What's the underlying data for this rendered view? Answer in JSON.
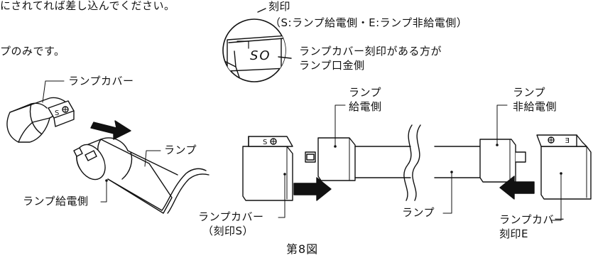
{
  "texts": {
    "intro_line1": "にされてれば差し込んでください。",
    "intro_line2": "プのみです。",
    "stamp_label": "刻印",
    "stamp_legend": "（S:ランプ給電側・E:ランプ非給電側）",
    "stamp_note_line1": "ランプカバー刻印がある方が",
    "stamp_note_line2": "ランプ口金側",
    "stamp_letters": "SO",
    "left_cover_label": "ランプカバー",
    "left_cover_mark": "S",
    "left_lamp_label": "ランプ",
    "left_feed_side_label": "ランプ給電側",
    "right_feed_line1": "ランプ",
    "right_feed_line2": "給電側",
    "right_nonfeed_line1": "ランプ",
    "right_nonfeed_line2": "非給電側",
    "right_cover_s_mark": "S",
    "right_cover_e_mark": "E",
    "right_cover_s_line1": "ランプカバー",
    "right_cover_s_line2": "（刻印S）",
    "right_lamp_label": "ランプ",
    "right_cover_e_line1": "ランプカバー",
    "right_cover_e_line2": "刻印E",
    "figure_caption": "第8図"
  },
  "colors": {
    "ink": "#111111",
    "paper": "#ffffff",
    "arrow": "#111111"
  }
}
